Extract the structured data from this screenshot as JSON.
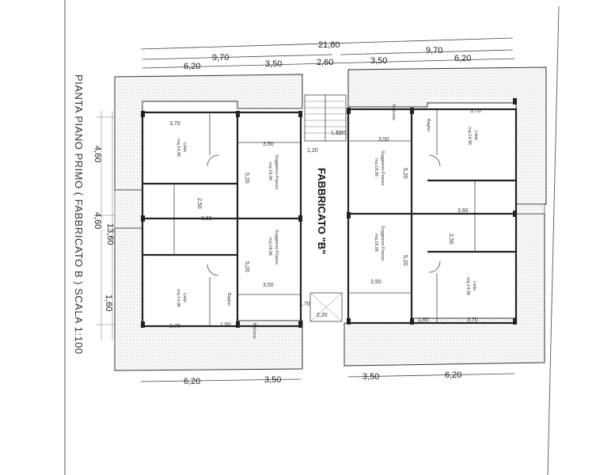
{
  "drawing": {
    "title": "PIANTA PIANO PRIMO ( FABBRICATO B ) SCALA 1:100",
    "building_label": "FABBRICATO \"B\"",
    "dimensions_top": {
      "overall": "21,80",
      "left_group": "9,70",
      "right_group": "9,70",
      "segments": [
        "6,20",
        "3,50",
        "2,60",
        "3,50",
        "6,20"
      ]
    },
    "dimensions_bottom": [
      "6,20",
      "3,50",
      "3,50",
      "6,20"
    ],
    "dimensions_left": [
      "4,60",
      "4,60",
      "13,60"
    ],
    "left_side_label": "1,60",
    "stair_dims": [
      "1,20",
      "1,20",
      "1,70",
      "2,20"
    ],
    "rooms": {
      "letto_tl": {
        "name": "Letto",
        "area": "mq 14,96"
      },
      "letto_tr": {
        "name": "Letto",
        "area": "mq 14,96"
      },
      "letto_bl": {
        "name": "Letto",
        "area": "mq 14,96"
      },
      "letto_br": {
        "name": "Letto",
        "area": "mq 14,96"
      },
      "soggiorno_tl": {
        "name": "Soggiorno-Pranzo",
        "area": "mq 18,06"
      },
      "soggiorno_tr": {
        "name": "Soggiorno-Pranzo",
        "area": "mq 18,06"
      },
      "soggiorno_bl": {
        "name": "Soggiorno-Pranzo",
        "area": "mq 18,06"
      },
      "soggiorno_br": {
        "name": "Soggiorno-Pranzo",
        "area": "mq 18,06"
      },
      "bagno": "Bagno",
      "balcone": "Balcone"
    },
    "inner_dims": {
      "room_width": "3,50",
      "room_depth": "5,20",
      "bed_width": "3,70",
      "bed_depth": "3,60",
      "bath_width": "1,60",
      "corridor": "2,50",
      "landing": "2,20",
      "stair_run": "1,20"
    }
  }
}
